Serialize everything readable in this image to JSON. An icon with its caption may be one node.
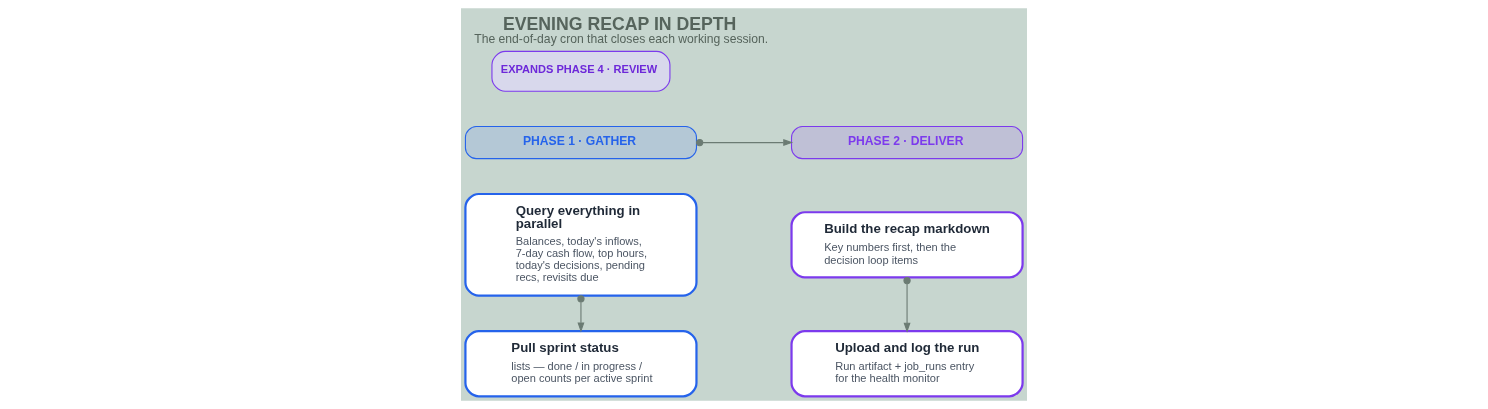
{
  "diagram": {
    "title": "EVENING RECAP IN DEPTH",
    "caption": "The end-of-day cron that closes each working session.",
    "nodes": [
      {
        "text": [
          "PHASE 1 · GATHER"
        ]
      },
      {
        "text": [
          "PHASE 2 · DELIVER"
        ]
      },
      {
        "text": [
          "Query everything in parallel",
          "Balances, today's inflows, 7-day cash flow, top hours, today's decisions, pending recs, revisits due"
        ]
      },
      {
        "text": [
          "Pull sprint status",
          "lists — done / in progress / open counts per active sprint"
        ]
      },
      {
        "text": [
          "Build the recap markdown",
          "Key numbers first, then the decision loop items"
        ]
      },
      {
        "text": [
          "Upload and log the run",
          "Run artifact + job_runs entry for the health monitor"
        ]
      }
    ],
    "edges": [
      {
        "from": 0,
        "to": 1,
        "arrow": "to"
      },
      {
        "from": 2,
        "to": 3,
        "arrow": "to"
      },
      {
        "from": 4,
        "to": 5,
        "arrow": "to"
      }
    ],
    "labels": [
      "EXPANDS PHASE 4 · REVIEW"
    ]
  }
}
